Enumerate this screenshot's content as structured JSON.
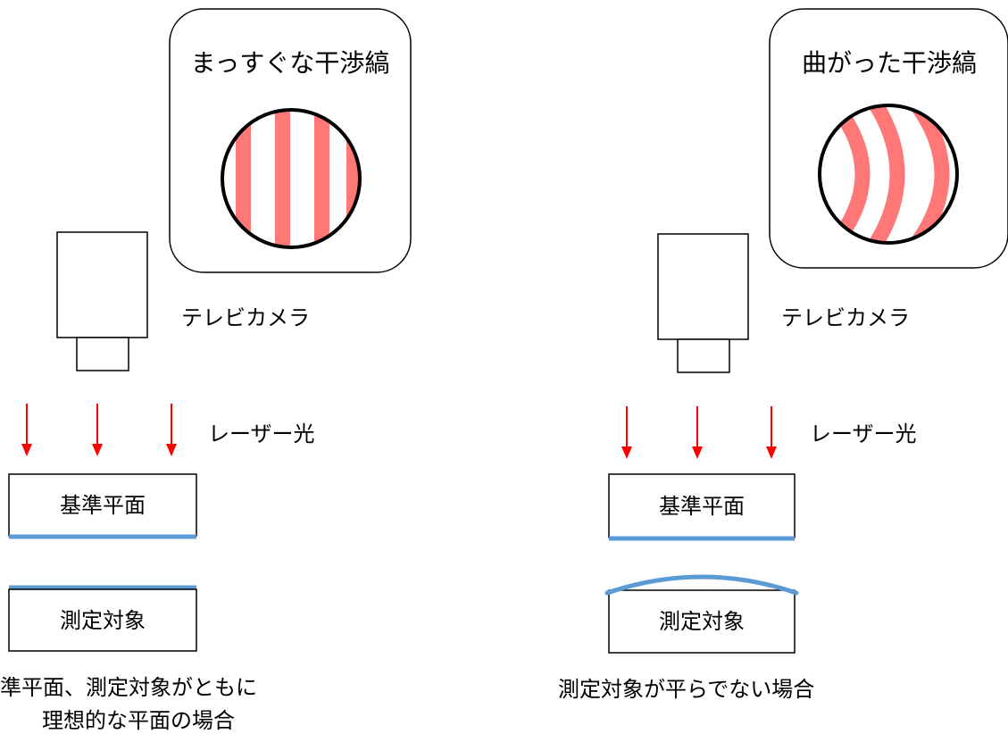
{
  "colors": {
    "fringe": "#ff7777",
    "surface": "#5b9bd5",
    "laser": "#ff0000",
    "outline": "#000000",
    "background": "#ffffff"
  },
  "left_panel": {
    "fringe_title": "まっすぐな干渉縞",
    "camera_label": "テレビカメラ",
    "laser_label": "レーザー光",
    "reference_label": "基準平面",
    "target_label": "測定対象",
    "caption_line1": "準平面、測定対象がともに",
    "caption_line2": "理想的な平面の場合"
  },
  "right_panel": {
    "fringe_title": "曲がった干渉縞",
    "camera_label": "テレビカメラ",
    "laser_label": "レーザー光",
    "reference_label": "基準平面",
    "target_label": "測定対象",
    "caption_line1": "測定対象が平らでない場合"
  }
}
